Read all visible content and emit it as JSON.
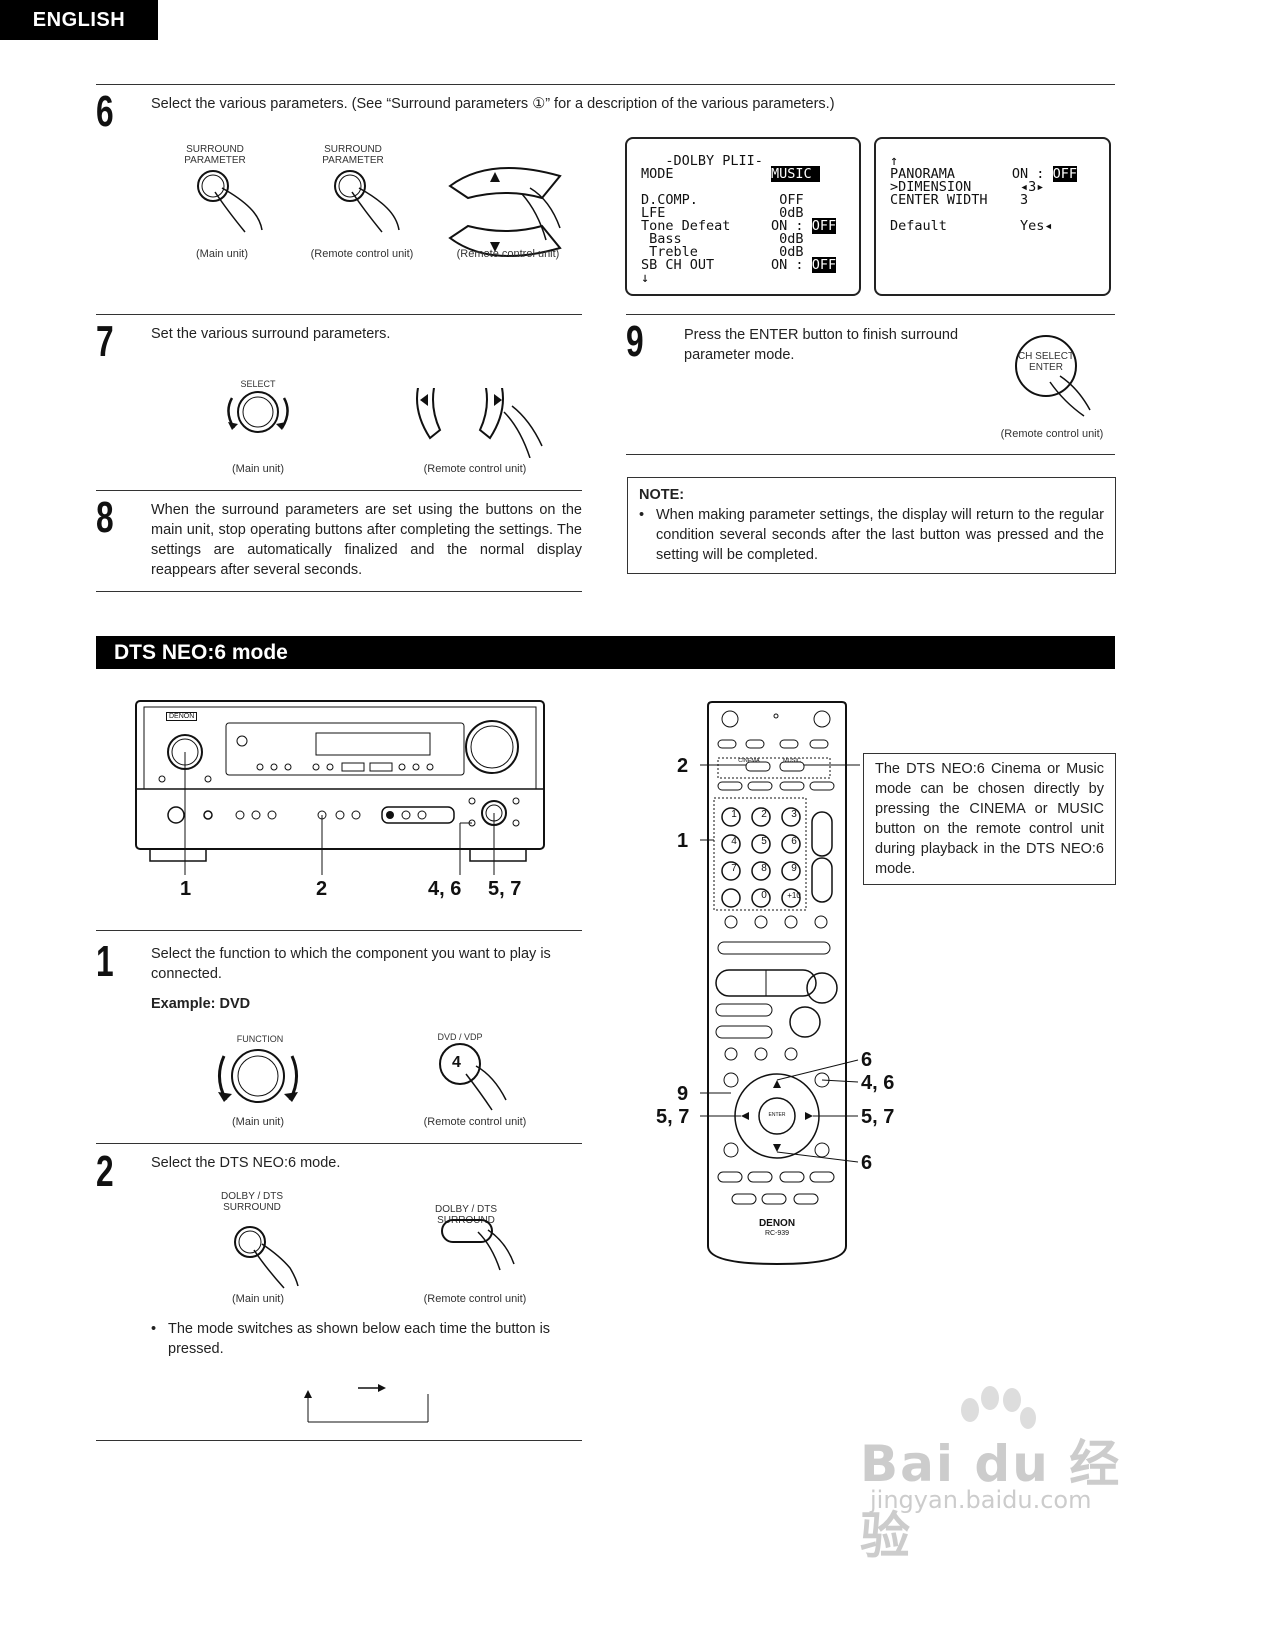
{
  "header": {
    "language_tab": "ENGLISH"
  },
  "steps_top": {
    "step6": {
      "num": "6",
      "text": "Select the various parameters. (See “Surround parameters ①” for a description of the various parameters.)",
      "btn1_label_l1": "SURROUND",
      "btn1_label_l2": "PARAMETER",
      "btn2_label_l1": "SURROUND",
      "btn2_label_l2": "PARAMETER",
      "cap1": "(Main unit)",
      "cap2": "(Remote control unit)",
      "cap3": "(Remote control unit)"
    },
    "lcd1": {
      "l1": "   -DOLBY PLII-",
      "l2_label": "MODE            ",
      "l2_value": "MUSIC ",
      "l3_label": "D.COMP.",
      "l3_value": "OFF",
      "l4": "LFE              0dB",
      "l5_label": "Tone Defeat     ON : ",
      "l5_value": "OFF",
      "l6": " Bass            0dB",
      "l7": " Treble          0dB",
      "l8_label": "SB CH OUT       ON : ",
      "l8_value": "OFF",
      "arrow_down": "↓"
    },
    "lcd2": {
      "arrow_up": "↑",
      "l1_label": "PANORAMA       ON : ",
      "l1_value": "OFF",
      "l2": ">DIMENSION      ◂3▸",
      "l3": "CENTER WIDTH    3",
      "l4": "Default         Yes◂"
    },
    "step7": {
      "num": "7",
      "text": "Set the various surround parameters.",
      "knob_label": "SELECT",
      "cap1": "(Main unit)",
      "cap2": "(Remote control unit)"
    },
    "step8": {
      "num": "8",
      "text": "When the surround parameters are set using the buttons on the main unit, stop operating buttons after completing the settings. The settings are automatically finalized and the normal display reappears after several seconds."
    },
    "step9": {
      "num": "9",
      "text_l1": "Press the ENTER button to finish surround",
      "text_l2": "parameter mode.",
      "btn_l1": "CH SELECT",
      "btn_l2": "ENTER",
      "cap": "(Remote control unit)"
    },
    "note": {
      "title": "NOTE:",
      "bullet": "•",
      "text": "When making parameter settings, the display will return to the regular condition several seconds after the last button was pressed and the setting will be completed."
    }
  },
  "section": {
    "title": "DTS NEO:6 mode"
  },
  "receiver": {
    "brand": "DENON",
    "callouts": [
      "1",
      "2",
      "4, 6",
      "5, 7"
    ]
  },
  "remote": {
    "brand": "DENON",
    "model": "RC-939",
    "callouts_left": [
      "2",
      "1",
      "9",
      "5, 7"
    ],
    "callouts_right": [
      "6",
      "4, 6",
      "5, 7",
      "6"
    ],
    "btn_labels": [
      "1",
      "2",
      "3",
      "4",
      "5",
      "6",
      "7",
      "8",
      "9",
      "0",
      "+10"
    ],
    "cinema": "CINEMA",
    "music": "MUSIC",
    "enter": "ENTER"
  },
  "infobox": {
    "text": "The DTS NEO:6 Cinema or Music mode can be chosen directly by pressing the CINEMA or MUSIC button on the remote control unit during playback in the DTS NEO:6 mode."
  },
  "steps_bottom": {
    "step1": {
      "num": "1",
      "text": "Select the function to which the component you want to play is connected.",
      "example": "Example: DVD",
      "knob_label": "FUNCTION",
      "btn_label": "DVD / VDP",
      "btn_num": "4",
      "cap1": "(Main unit)",
      "cap2": "(Remote control unit)"
    },
    "step2": {
      "num": "2",
      "text": "Select the DTS NEO:6 mode.",
      "btn1_l1": "DOLBY / DTS",
      "btn1_l2": "SURROUND",
      "btn2_l1": "DOLBY / DTS",
      "btn2_l2": "SURROUND",
      "cap1": "(Main unit)",
      "cap2": "(Remote control unit)",
      "bullet": "•",
      "note": "The mode switches as shown below each time the button is pressed."
    }
  },
  "watermark": {
    "brand": "Bai du 经验",
    "url": "jingyan.baidu.com"
  }
}
